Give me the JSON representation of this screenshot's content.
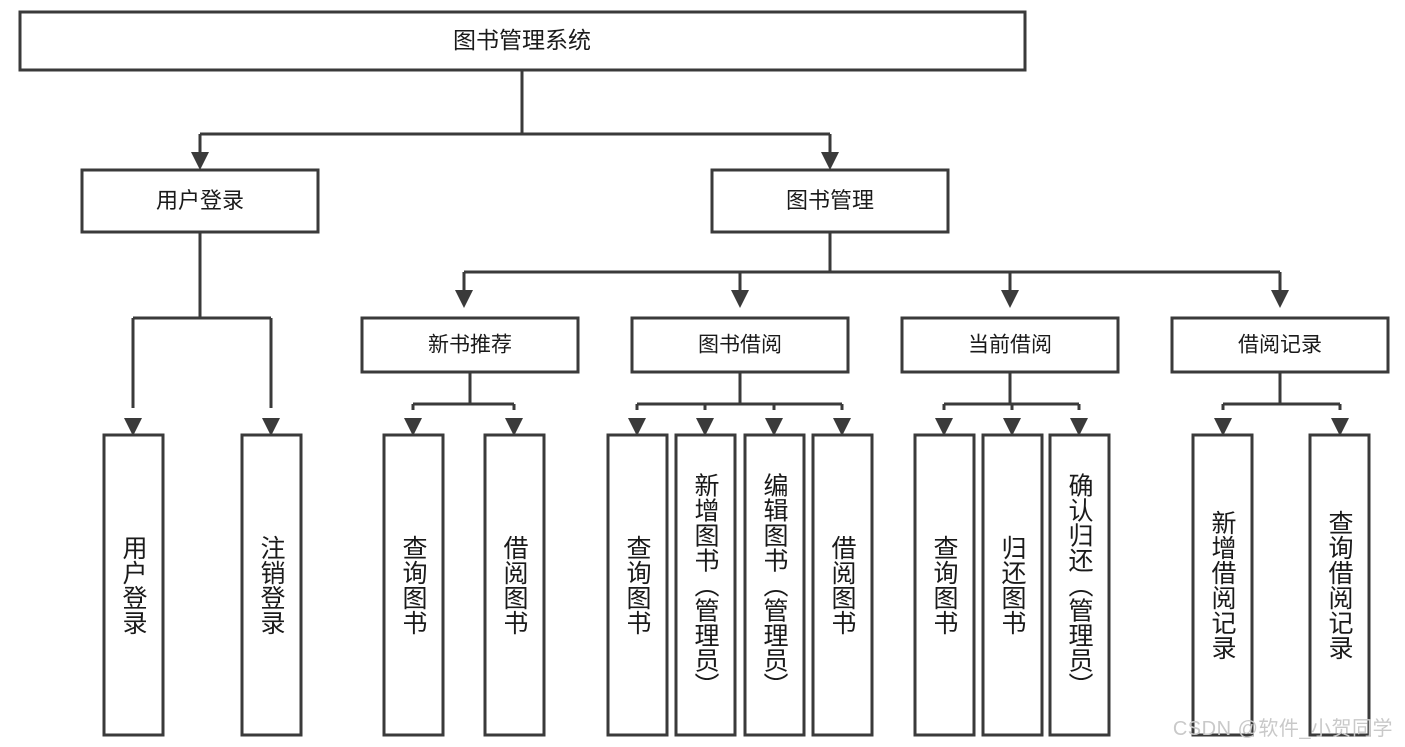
{
  "diagram": {
    "type": "tree",
    "title": "图书管理系统",
    "watermark": "CSDN @软件_小贺同学",
    "colors": {
      "stroke": "#3a3a3a",
      "fill": "#ffffff",
      "text": "#1a1a1a",
      "watermark": "#c9c9c9",
      "background": "#ffffff"
    },
    "nodes": {
      "root": {
        "label": "图书管理系统"
      },
      "level1": [
        {
          "id": "user-login",
          "label": "用户登录"
        },
        {
          "id": "book-manage",
          "label": "图书管理"
        }
      ],
      "level2": [
        {
          "id": "new-book-recommend",
          "label": "新书推荐",
          "parent": "book-manage"
        },
        {
          "id": "book-borrow",
          "label": "图书借阅",
          "parent": "book-manage"
        },
        {
          "id": "current-borrow",
          "label": "当前借阅",
          "parent": "book-manage"
        },
        {
          "id": "borrow-record",
          "label": "借阅记录",
          "parent": "book-manage"
        }
      ],
      "leaves": [
        {
          "id": "leaf-user-login",
          "label": "用户登录",
          "parent": "user-login"
        },
        {
          "id": "leaf-user-logout",
          "label": "注销登录",
          "parent": "user-login"
        },
        {
          "id": "leaf-query-book-1",
          "label": "查询图书",
          "parent": "new-book-recommend"
        },
        {
          "id": "leaf-borrow-book-1",
          "label": "借阅图书",
          "parent": "new-book-recommend"
        },
        {
          "id": "leaf-query-book-2",
          "label": "查询图书",
          "parent": "book-borrow"
        },
        {
          "id": "leaf-add-book",
          "label": "新增图书（管理员）",
          "parent": "book-borrow"
        },
        {
          "id": "leaf-edit-book",
          "label": "编辑图书（管理员）",
          "parent": "book-borrow"
        },
        {
          "id": "leaf-borrow-book-2",
          "label": "借阅图书",
          "parent": "book-borrow"
        },
        {
          "id": "leaf-query-book-3",
          "label": "查询图书",
          "parent": "current-borrow"
        },
        {
          "id": "leaf-return-book",
          "label": "归还图书",
          "parent": "current-borrow"
        },
        {
          "id": "leaf-confirm-return",
          "label": "确认归还（管理员）",
          "parent": "current-borrow"
        },
        {
          "id": "leaf-add-record",
          "label": "新增借阅记录",
          "parent": "borrow-record"
        },
        {
          "id": "leaf-query-record",
          "label": "查询借阅记录",
          "parent": "borrow-record"
        }
      ]
    }
  }
}
